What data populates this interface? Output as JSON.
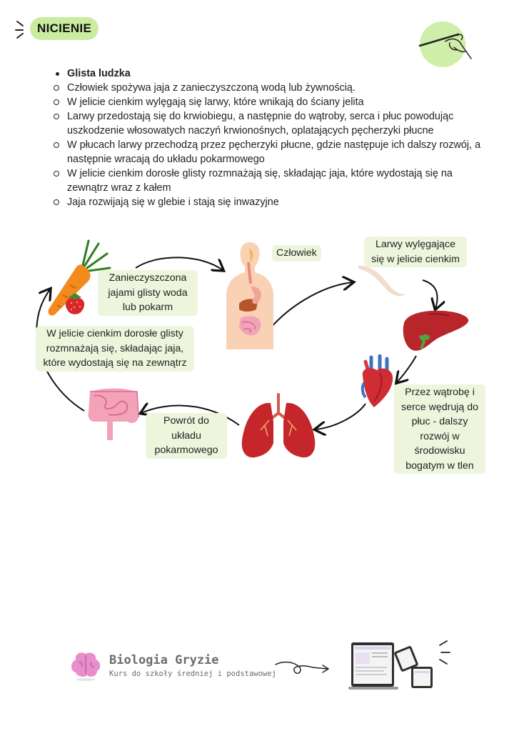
{
  "header": {
    "title": "NICIENIE"
  },
  "notes": {
    "heading": "Glista ludzka",
    "items": [
      "Człowiek spożywa jaja z zanieczyszczoną wodą lub żywnością.",
      "W jelicie cienkim wylęgają się larwy, które wnikają do ściany jelita",
      "Larwy przedostają się do krwiobiegu, a następnie do wątroby, serca i płuc powodując uszkodzenie włosowatych naczyń krwionośnych, oplatających pęcherzyki płucne",
      "W płucach larwy przechodzą przez pęcherzyki płucne, gdzie następuje ich dalszy rozwój, a następnie wracają do układu pokarmowego",
      "W jelicie cienkim dorosłe glisty rozmnażają się, składając jaja, które wydostają się na zewnątrz wraz z kałem",
      "Jaja rozwijają się w glebie i stają się inwazyjne"
    ]
  },
  "diagram": {
    "food_label": "Zanieczyszczona jajami glisty woda lub pokarm",
    "human_label": "Człowiek",
    "larvae_label": "Larwy wylęgające się w jelicie cienkim",
    "liver_heart_label": "Przez wątrobę i serce wędrują do płuc - dalszy rozwój w środowisku bogatym w tlen",
    "return_label": "Powrót do układu pokarmowego",
    "reproduce_label": "W jelicie cienkim dorosłe glisty rozmnażają się, składając jaja, które wydostają się na zewnątrz"
  },
  "footer": {
    "brand_name": "Biologia Gryzie",
    "brand_subtitle": "Kurs do szkoły średniej i podstawowej"
  },
  "icons": {
    "carrot": "carrot-icon",
    "strawberry": "strawberry-icon",
    "human": "human-digestive-system-icon",
    "larvae": "roundworm-larva-icon",
    "liver": "liver-icon",
    "heart": "heart-icon",
    "lungs": "lungs-icon",
    "intestine": "intestine-icon",
    "brain": "brain-logo-icon",
    "devices": "devices-icon"
  },
  "colors": {
    "accent_green": "#c9eca0",
    "label_bg": "#edf5dc"
  }
}
